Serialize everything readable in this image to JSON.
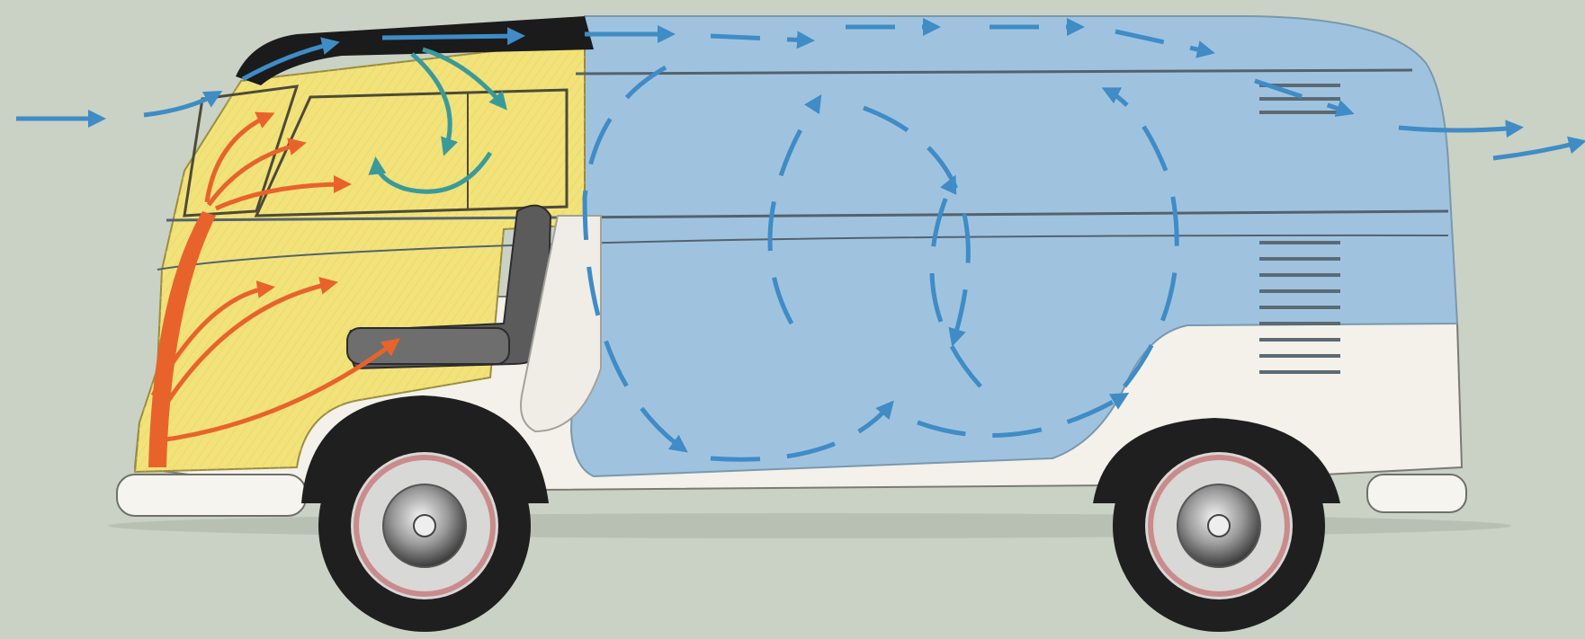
{
  "diagram": {
    "colors": {
      "background": "#c9d2c4",
      "cargo_blue": "#9fc3df",
      "cab_yellow": "#f2e27a",
      "lower_white": "#f3f1ea",
      "roof_black": "#1b1b1b",
      "heat_orange": "#e8632c",
      "airflow_blue": "#3f8cc6",
      "airflow_teal": "#3a9a9a",
      "tire_black": "#1f1f1f",
      "rim_red": "#c98b8b"
    },
    "parts": [
      "vehicle-body",
      "cab-section",
      "cargo-section",
      "roof",
      "driver-seat",
      "front-wheel",
      "rear-wheel",
      "vent-louvers"
    ],
    "flows": [
      "outside-air-in",
      "cab-fresh-air",
      "cab-heat",
      "cargo-circulation",
      "rear-air-out"
    ]
  }
}
